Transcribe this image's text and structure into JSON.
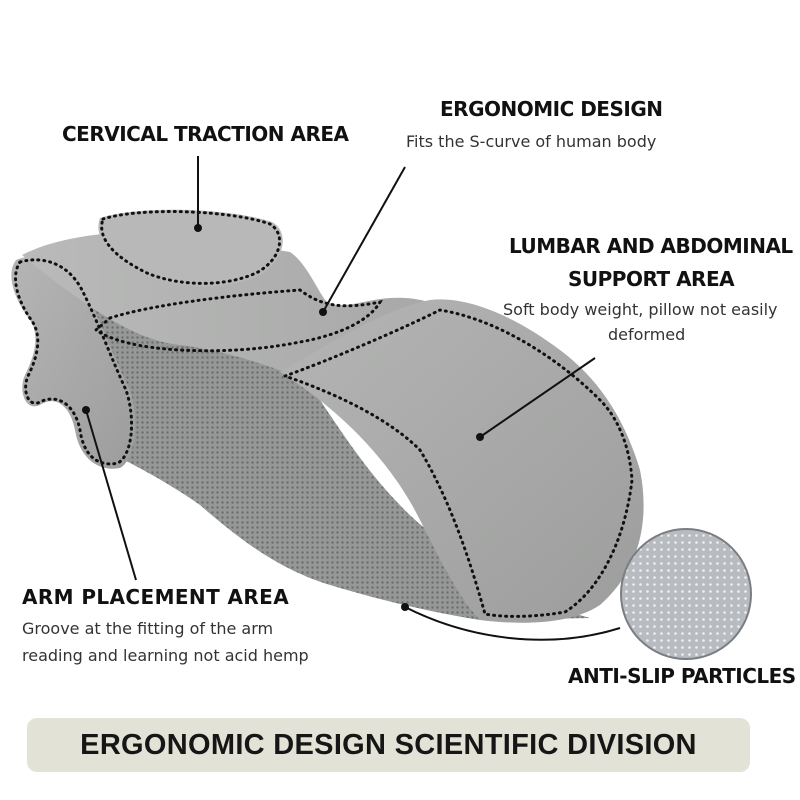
{
  "labels": {
    "cervical": {
      "title": "CERVICAL TRACTION AREA"
    },
    "ergonomic": {
      "title": "ERGONOMIC DESIGN",
      "desc": "Fits the S-curve of human body"
    },
    "lumbar": {
      "title_line1": "LUMBAR AND ABDOMINAL",
      "title_line2": "SUPPORT AREA",
      "desc_line1": "Soft body weight, pillow not easily",
      "desc_line2": "deformed"
    },
    "arm": {
      "title": "ARM PLACEMENT AREA",
      "desc_line1": "Groove at the fitting of the arm",
      "desc_line2": "reading and learning not acid hemp"
    },
    "anti_slip": {
      "title": "ANTI-SLIP PARTICLES"
    }
  },
  "banner": {
    "text": "ERGONOMIC DESIGN SCIENTIFIC DIVISION"
  },
  "colors": {
    "fabric": "#a9aaa9",
    "mesh": "#8d8e8e",
    "banner_bg": "#e2e2d6",
    "text": "#111111"
  }
}
